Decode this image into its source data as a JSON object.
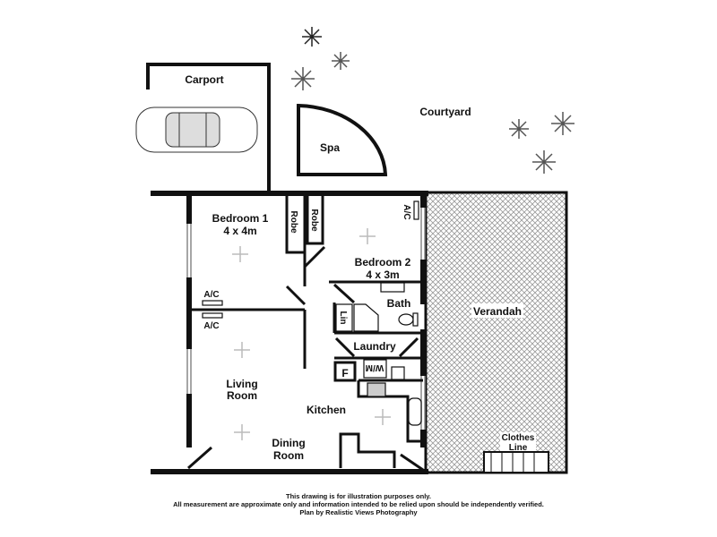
{
  "rooms": {
    "carport": "Carport",
    "courtyard": "Courtyard",
    "spa": "Spa",
    "bedroom1": {
      "name": "Bedroom 1",
      "size": "4 x 4m"
    },
    "robe1": "Robe",
    "robe2": "Robe",
    "ac_bed2": "A/C",
    "bedroom2": {
      "name": "Bedroom 2",
      "size": "4 x 3m"
    },
    "bath": "Bath",
    "lin": "Lin",
    "laundry": "Laundry",
    "wm": "W/M",
    "fridge": "F",
    "living": {
      "line1": "Living",
      "line2": "Room"
    },
    "kitchen": "Kitchen",
    "dining": {
      "line1": "Dining",
      "line2": "Room"
    },
    "verandah": "Verandah",
    "clothes_line": {
      "line1": "Clothes",
      "line2": "Line"
    },
    "ac_bed1": "A/C",
    "ac_living": "A/C"
  },
  "footer": {
    "line1": "This drawing is for illustration purposes only.",
    "line2": "All measurement are approximate only and information intended to be relied upon should be independently verified.",
    "line3": "Plan by Realistic Views Photography"
  },
  "colors": {
    "wall": "#111111",
    "hatch": "#9a9a9a"
  }
}
